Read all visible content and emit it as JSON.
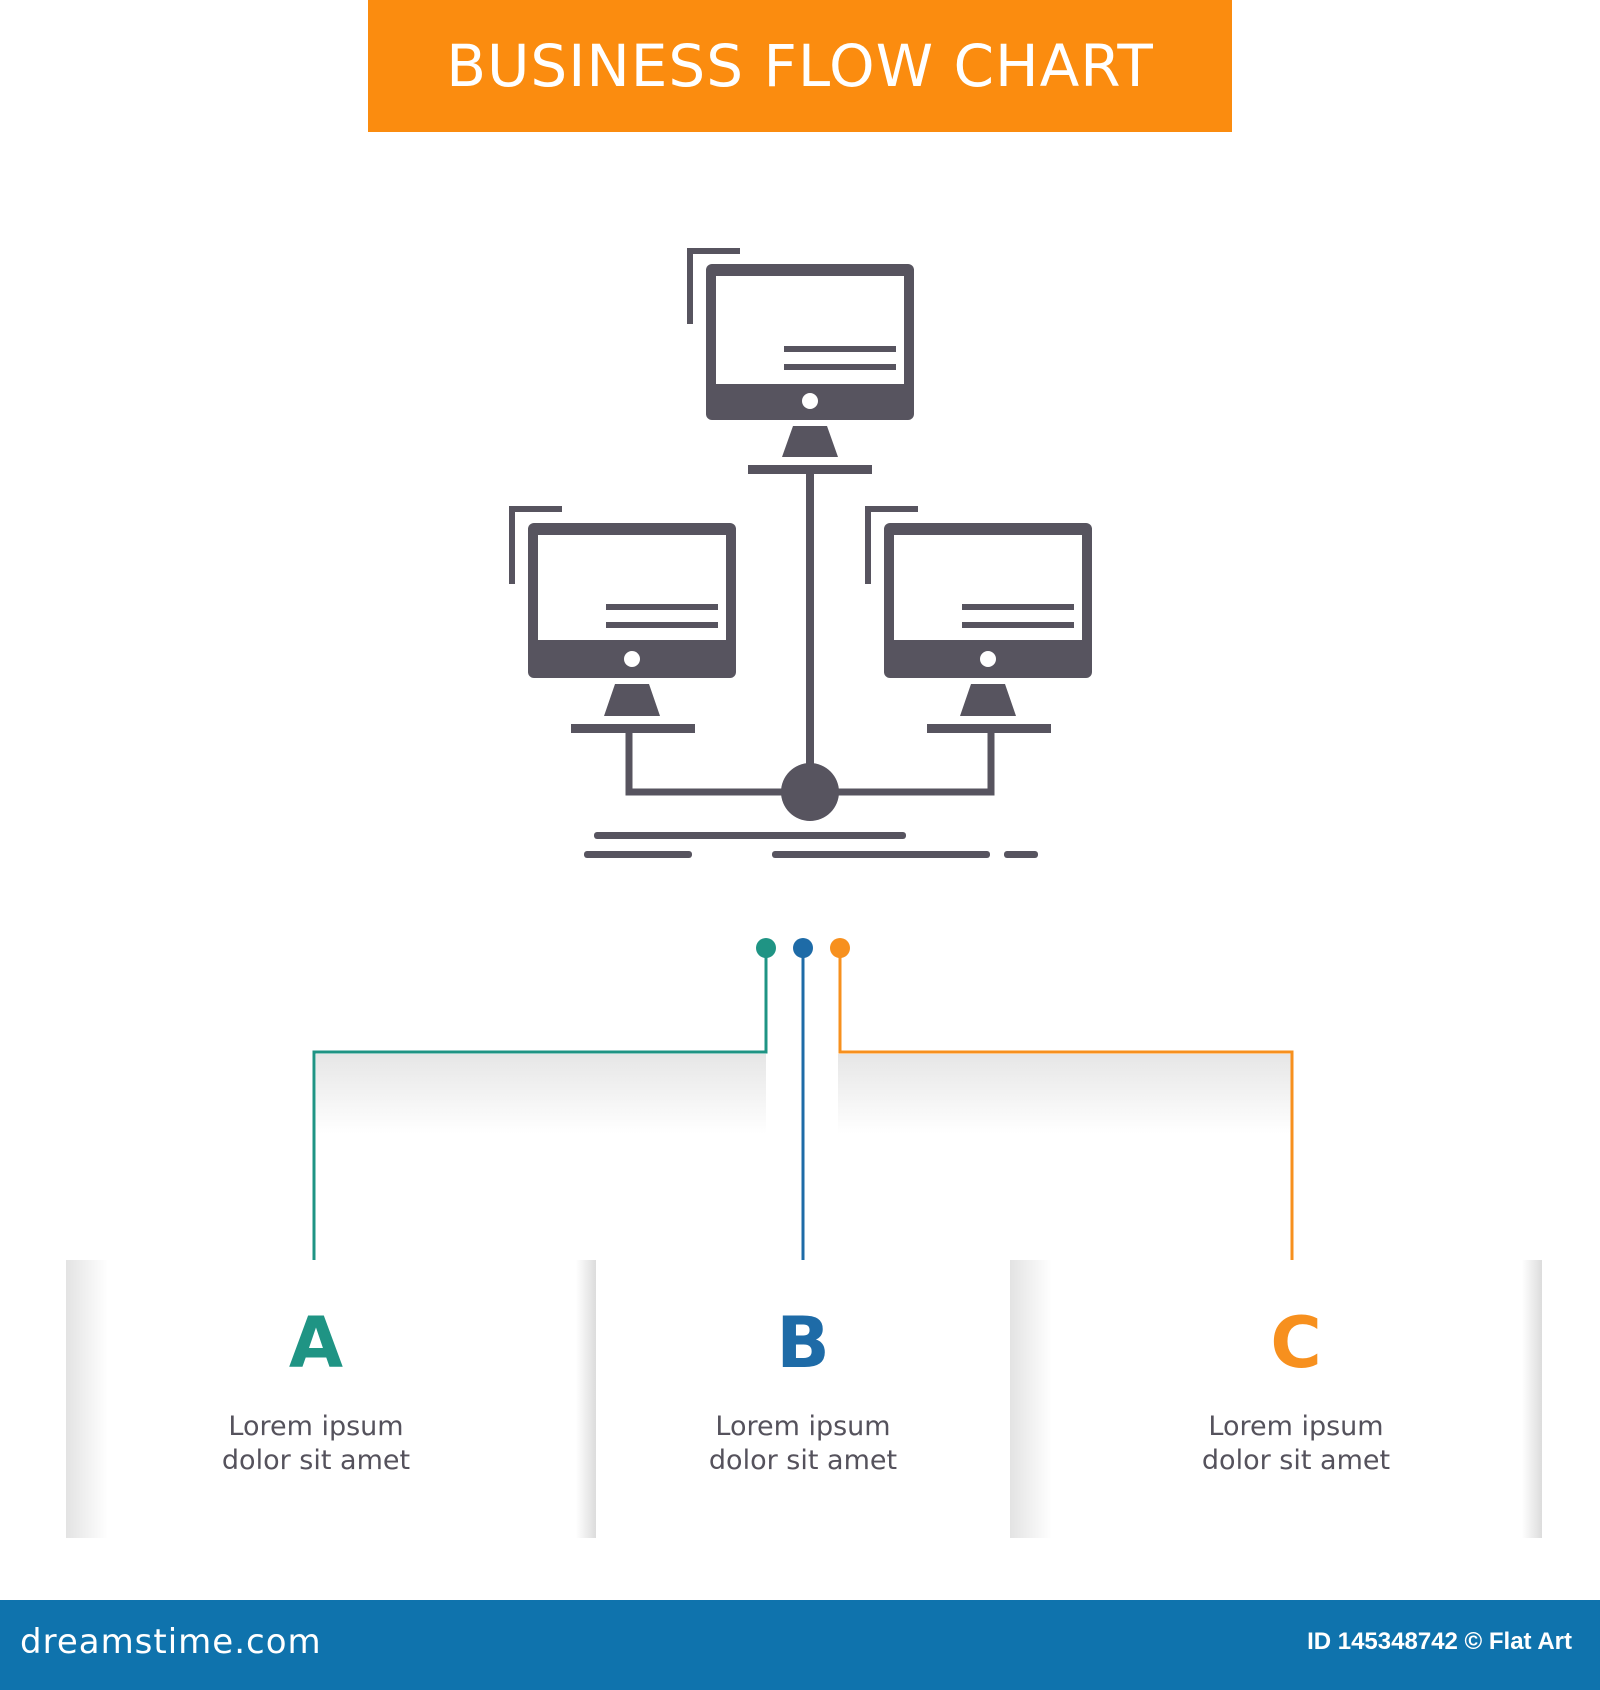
{
  "title": "BUSINESS FLOW CHART",
  "colors": {
    "title_bar": "#fb8c0f",
    "icon": "#57545f",
    "branch_a": "#1f9484",
    "branch_b": "#1e6ba7",
    "branch_c": "#f7901e",
    "footer": "#0f73ad"
  },
  "icon_name": "computer-network-icon",
  "options": [
    {
      "letter": "A",
      "text_line1": "Lorem ipsum",
      "text_line2": "dolor sit amet"
    },
    {
      "letter": "B",
      "text_line1": "Lorem ipsum",
      "text_line2": "dolor sit amet"
    },
    {
      "letter": "C",
      "text_line1": "Lorem ipsum",
      "text_line2": "dolor sit amet"
    }
  ],
  "footer": {
    "brand": "dreamstime.com",
    "id_text": "ID 145348742 © Flat Art"
  }
}
